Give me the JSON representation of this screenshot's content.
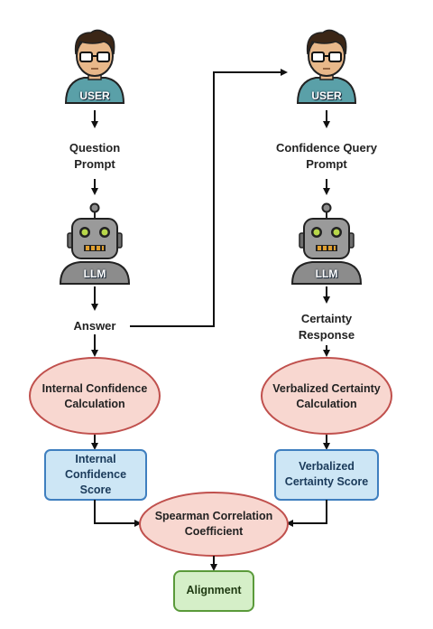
{
  "left": {
    "user_label": "USER",
    "prompt": [
      "Question",
      "Prompt"
    ],
    "llm_label": "LLM",
    "answer": "Answer",
    "calc": [
      "Internal Confidence",
      "Calculation"
    ],
    "score": [
      "Internal",
      "Confidence",
      "Score"
    ]
  },
  "right": {
    "user_label": "USER",
    "prompt": [
      "Confidence Query",
      "Prompt"
    ],
    "llm_label": "LLM",
    "response": [
      "Certainty",
      "Response"
    ],
    "calc": [
      "Verbalized Certainty",
      "Calculation"
    ],
    "score": [
      "Verbalized",
      "Certainty Score"
    ]
  },
  "spearman": [
    "Spearman Correlation",
    "Coefficient"
  ],
  "alignment": "Alignment",
  "colors": {
    "ellipse_fill": "#f8d7d0",
    "ellipse_stroke": "#c0504d",
    "box_fill": "#cde6f5",
    "box_stroke": "#3f7fbf",
    "alignment_fill": "#d5efc8",
    "alignment_stroke": "#5a9a3a",
    "robot_body": "#8c8c8c",
    "user_shirt": "#5aa0a8"
  }
}
